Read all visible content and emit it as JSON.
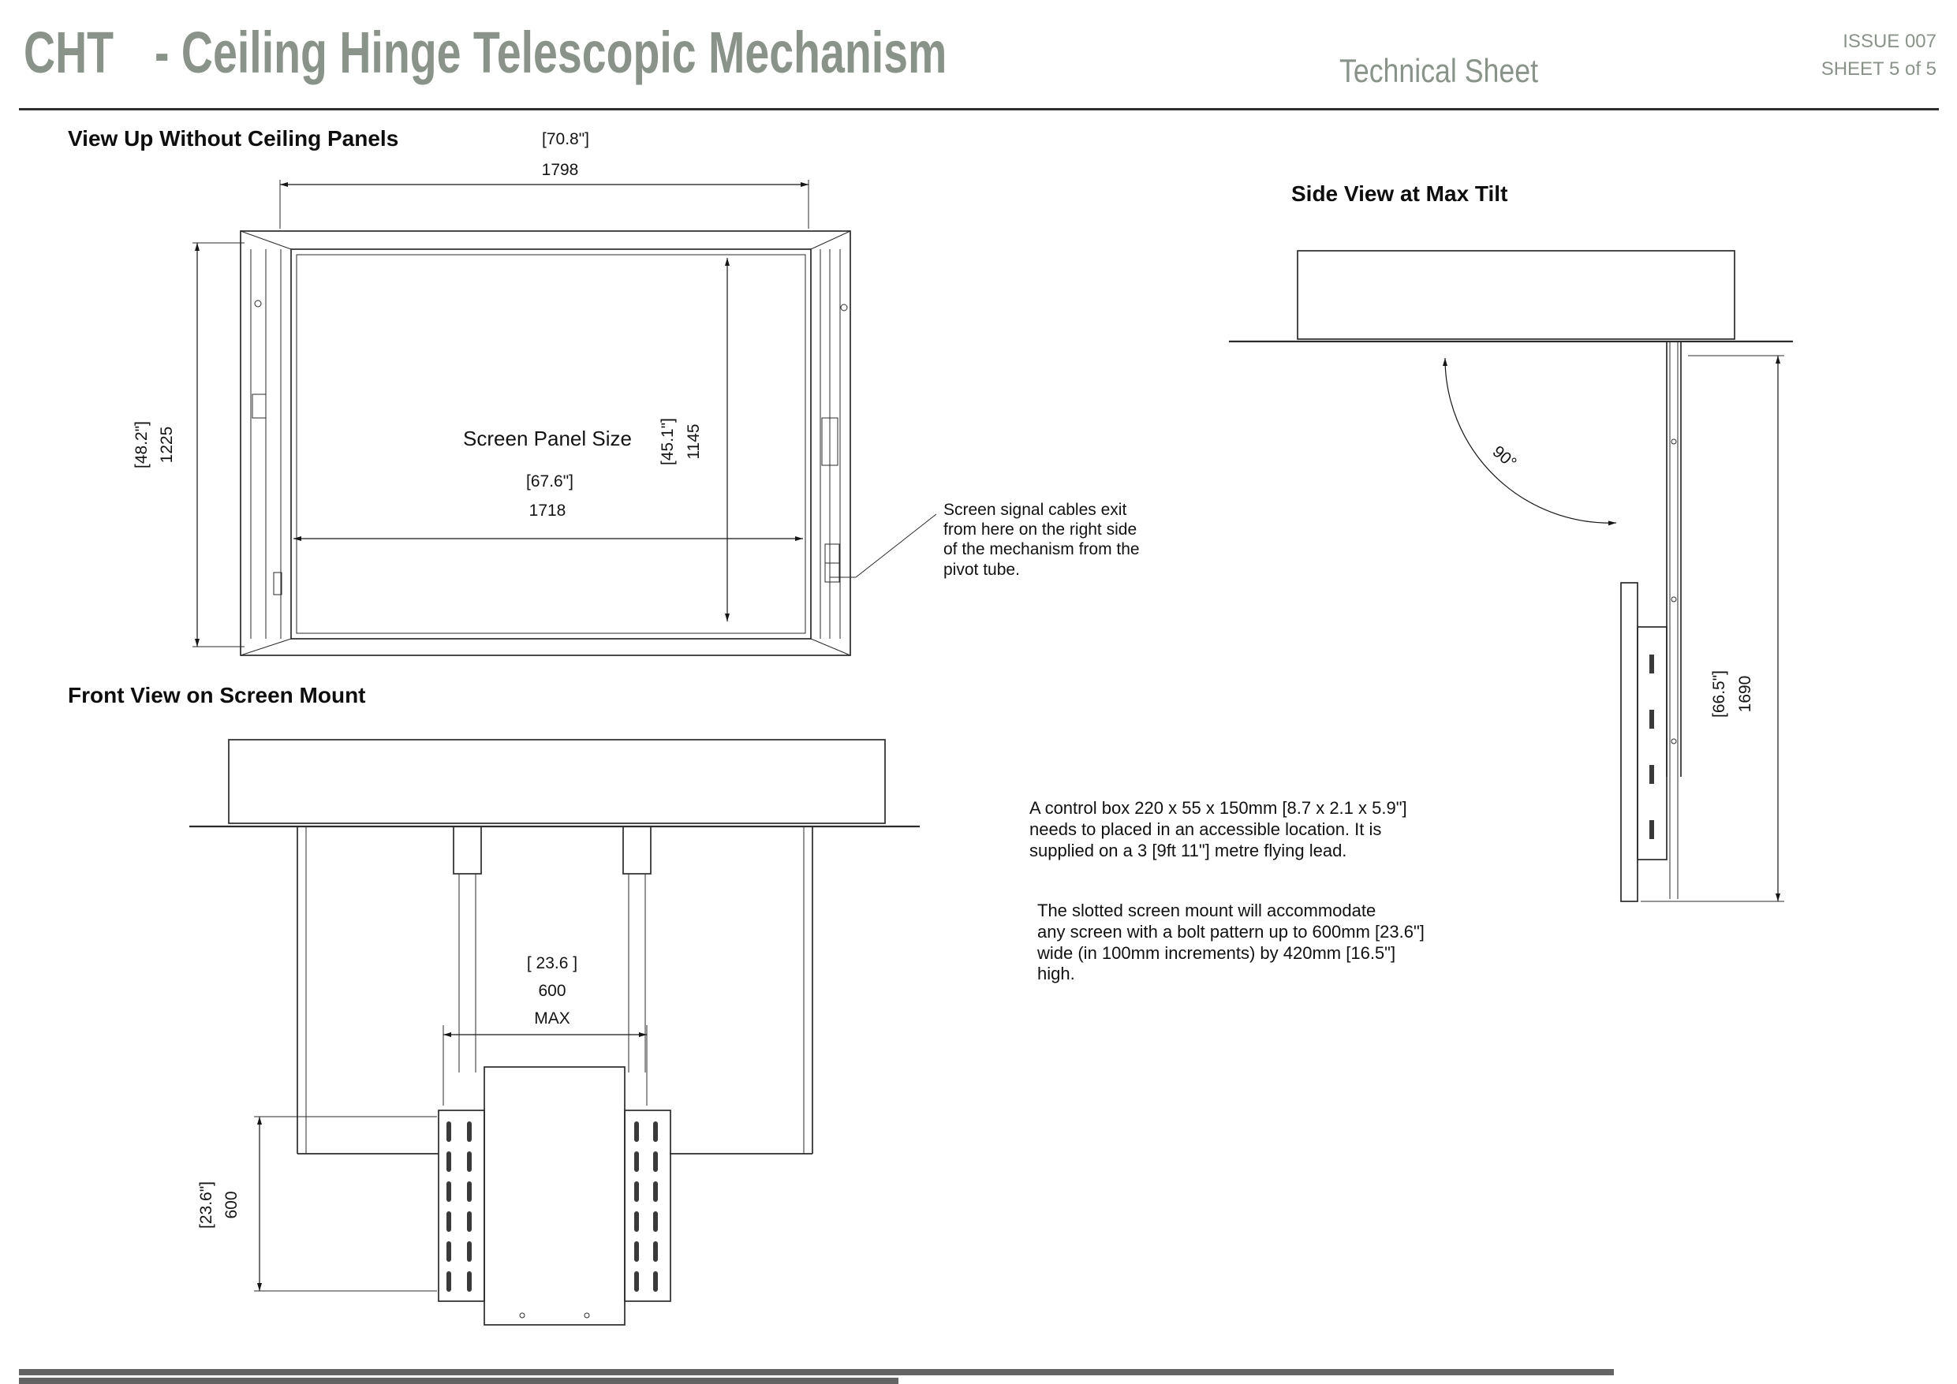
{
  "header": {
    "product_code": "CHT",
    "product_title": "- Ceiling Hinge Telescopic Mechanism",
    "doc_type": "Technical Sheet",
    "issue": "ISSUE 007",
    "sheet": "SHEET 5 of 5"
  },
  "view_up": {
    "heading": "View Up Without Ceiling Panels",
    "overall_width_in": "[70.8\"]",
    "overall_width_mm": "1798",
    "overall_height_in": "[48.2\"]",
    "overall_height_mm": "1225",
    "panel_label": "Screen Panel Size",
    "panel_width_in": "[67.6\"]",
    "panel_width_mm": "1718",
    "panel_height_in": "[45.1\"]",
    "panel_height_mm": "1145"
  },
  "callout": {
    "lines": [
      "Screen signal cables exit",
      "from here on the right side",
      "of the mechanism from the",
      "pivot tube."
    ]
  },
  "side_view": {
    "heading": "Side View at Max Tilt",
    "tilt_angle": "90°",
    "drop_height_in": "[66.5\"]",
    "drop_height_mm": "1690"
  },
  "front_view": {
    "heading": "Front View on Screen Mount",
    "bolt_width_in": "[ 23.6 ]",
    "bolt_width_mm": "600",
    "bolt_width_note": "MAX",
    "bolt_height_in": "[23.6\"]",
    "bolt_height_mm": "600"
  },
  "notes": {
    "control_box_lines": [
      "A control box 220 x 55 x 150mm [8.7 x 2.1 x 5.9\"]",
      "needs to placed in an accessible location. It is",
      "supplied on a 3 [9ft 11\"] metre flying lead."
    ],
    "slotted_mount_lines": [
      "The slotted screen mount will accommodate",
      "any screen with a bolt pattern up to 600mm [23.6\"]",
      "wide (in 100mm increments) by 420mm [16.5\"]",
      "high."
    ]
  },
  "colors": {
    "brand_green": "#8a938a",
    "line_dark": "#2b2b2b"
  }
}
